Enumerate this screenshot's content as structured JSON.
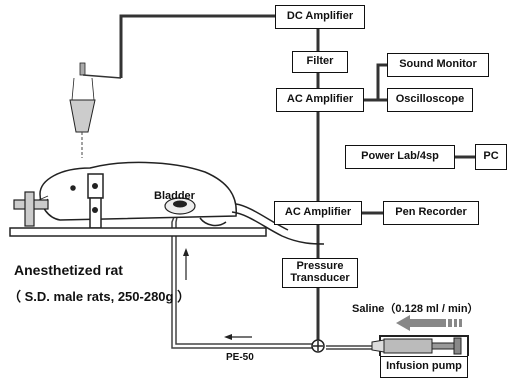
{
  "diagram": {
    "boxes": {
      "dc_amplifier": "DC Amplifier",
      "filter": "Filter",
      "sound_monitor": "Sound Monitor",
      "ac_amplifier_1": "AC Amplifier",
      "oscilloscope": "Oscilloscope",
      "power_lab": "Power Lab/4sp",
      "pc": "PC",
      "ac_amplifier_2": "AC Amplifier",
      "pen_recorder": "Pen Recorder",
      "pressure_transducer": "Pressure Transducer",
      "infusion_pump": "Infusion pump"
    },
    "labels": {
      "bladder": "Bladder",
      "anesthetized_rat": "Anesthetized rat",
      "rat_details": "（ S.D. male rats, 250-280g ）",
      "saline": "Saline（0.128 ml / min）",
      "tube": "PE-50"
    }
  }
}
